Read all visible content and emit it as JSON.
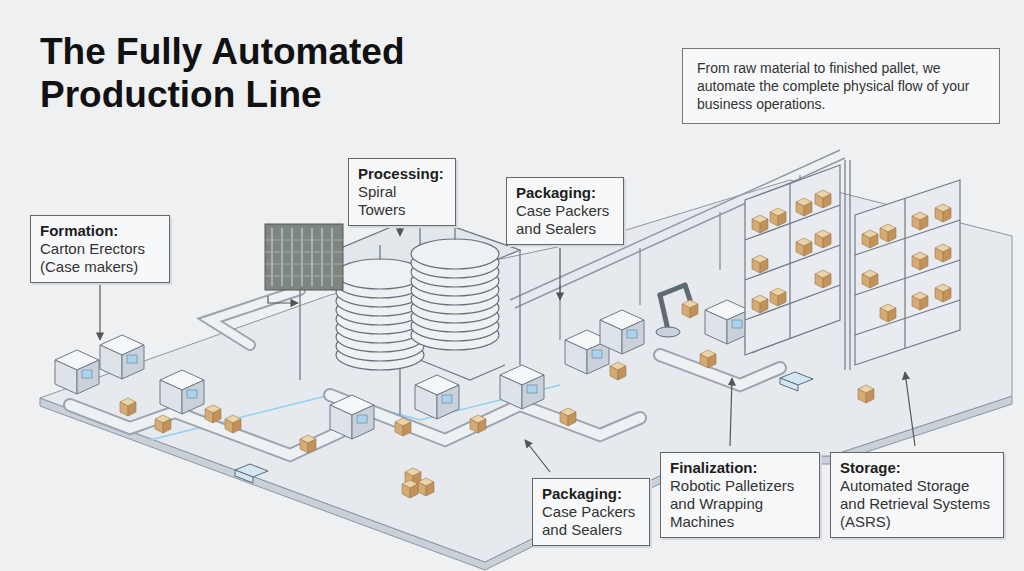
{
  "diagram": {
    "title": "The Fully Automated Production Line",
    "caption": "From raw material to finished pallet, we automate the complete physical flow of your business operations.",
    "nodes": [
      {
        "text": [
          "Formation:",
          "Carton Erectors (Case makers)"
        ]
      },
      {
        "text": [
          "Processing:",
          "Spiral Towers"
        ]
      },
      {
        "text": [
          "Packaging:",
          "Case Packers and Sealers"
        ]
      },
      {
        "text": [
          "Packaging:",
          "Case Packers and Sealers"
        ]
      },
      {
        "text": [
          "Finalization:",
          "Robotic Palletizers and Wrapping Machines"
        ]
      },
      {
        "text": [
          "Storage:",
          "Automated Storage and Retrieval Systems (ASRS)"
        ]
      }
    ]
  }
}
